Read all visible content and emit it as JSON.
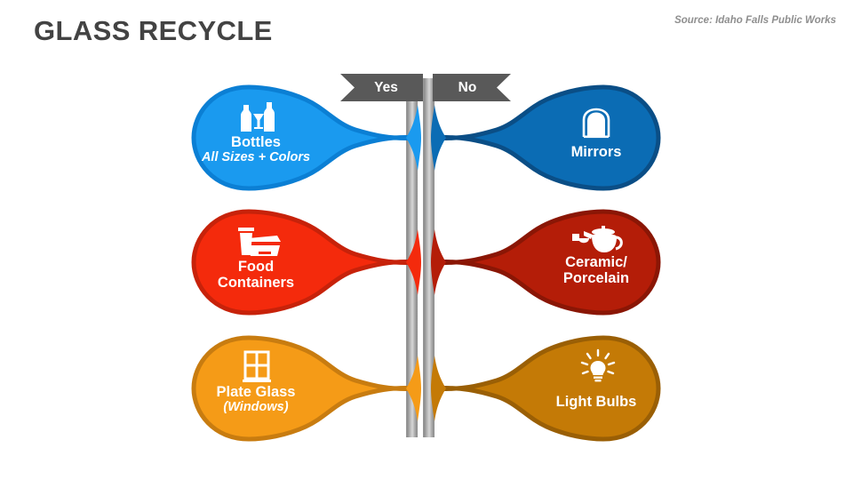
{
  "header": {
    "title": "GLASS RECYCLE",
    "source": "Source: Idaho Falls Public Works"
  },
  "columns": {
    "yes_label": "Yes",
    "no_label": "No"
  },
  "colors": {
    "title": "#434343",
    "source": "#8f8f8f",
    "banner": "#595959",
    "pole": "#b4b4b4",
    "bottles_fill": "#1a9aef",
    "bottles_stroke": "#0b7fd4",
    "mirrors_fill": "#0b6cb4",
    "mirrors_stroke": "#0a4e86",
    "food_fill": "#f42a0c",
    "food_stroke": "#c7220a",
    "ceramic_fill": "#b41d08",
    "ceramic_stroke": "#8a1605",
    "plate_fill": "#f59b17",
    "plate_stroke": "#c87c10",
    "bulbs_fill": "#c47a06",
    "bulbs_stroke": "#9a5f05"
  },
  "rows": [
    {
      "yes": {
        "label": "Bottles",
        "sublabel": "All Sizes + Colors",
        "icon": "bottles-icon"
      },
      "no": {
        "label": "Mirrors",
        "sublabel": "",
        "icon": "mirror-icon"
      }
    },
    {
      "yes": {
        "label_line1": "Food",
        "label_line2": "Containers",
        "icon": "food-container-icon"
      },
      "no": {
        "label_line1": "Ceramic/",
        "label_line2": "Porcelain",
        "icon": "teapot-icon"
      }
    },
    {
      "yes": {
        "label": "Plate Glass",
        "sublabel": "(Windows)",
        "icon": "window-icon"
      },
      "no": {
        "label": "Light Bulbs",
        "sublabel": "",
        "icon": "light-bulb-icon"
      }
    }
  ]
}
